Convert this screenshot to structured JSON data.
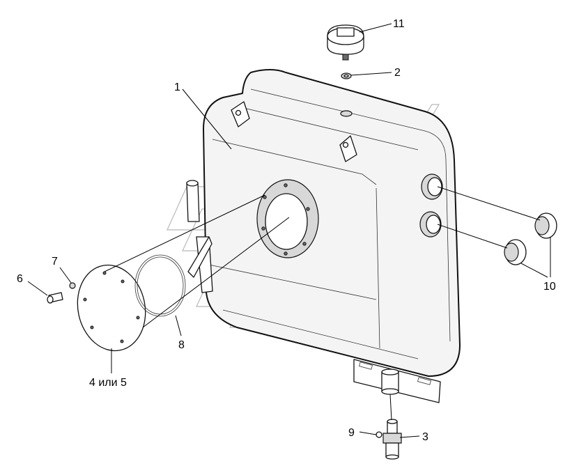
{
  "callouts": {
    "c1": "1",
    "c2": "2",
    "c3": "3",
    "c4": "4 или 5",
    "c6": "6",
    "c7": "7",
    "c8": "8",
    "c9": "9",
    "c10": "10",
    "c11": "11"
  },
  "colors": {
    "line": "#111111",
    "tank_fill": "#f4f4f4",
    "watermark": "#b8b8b8"
  }
}
